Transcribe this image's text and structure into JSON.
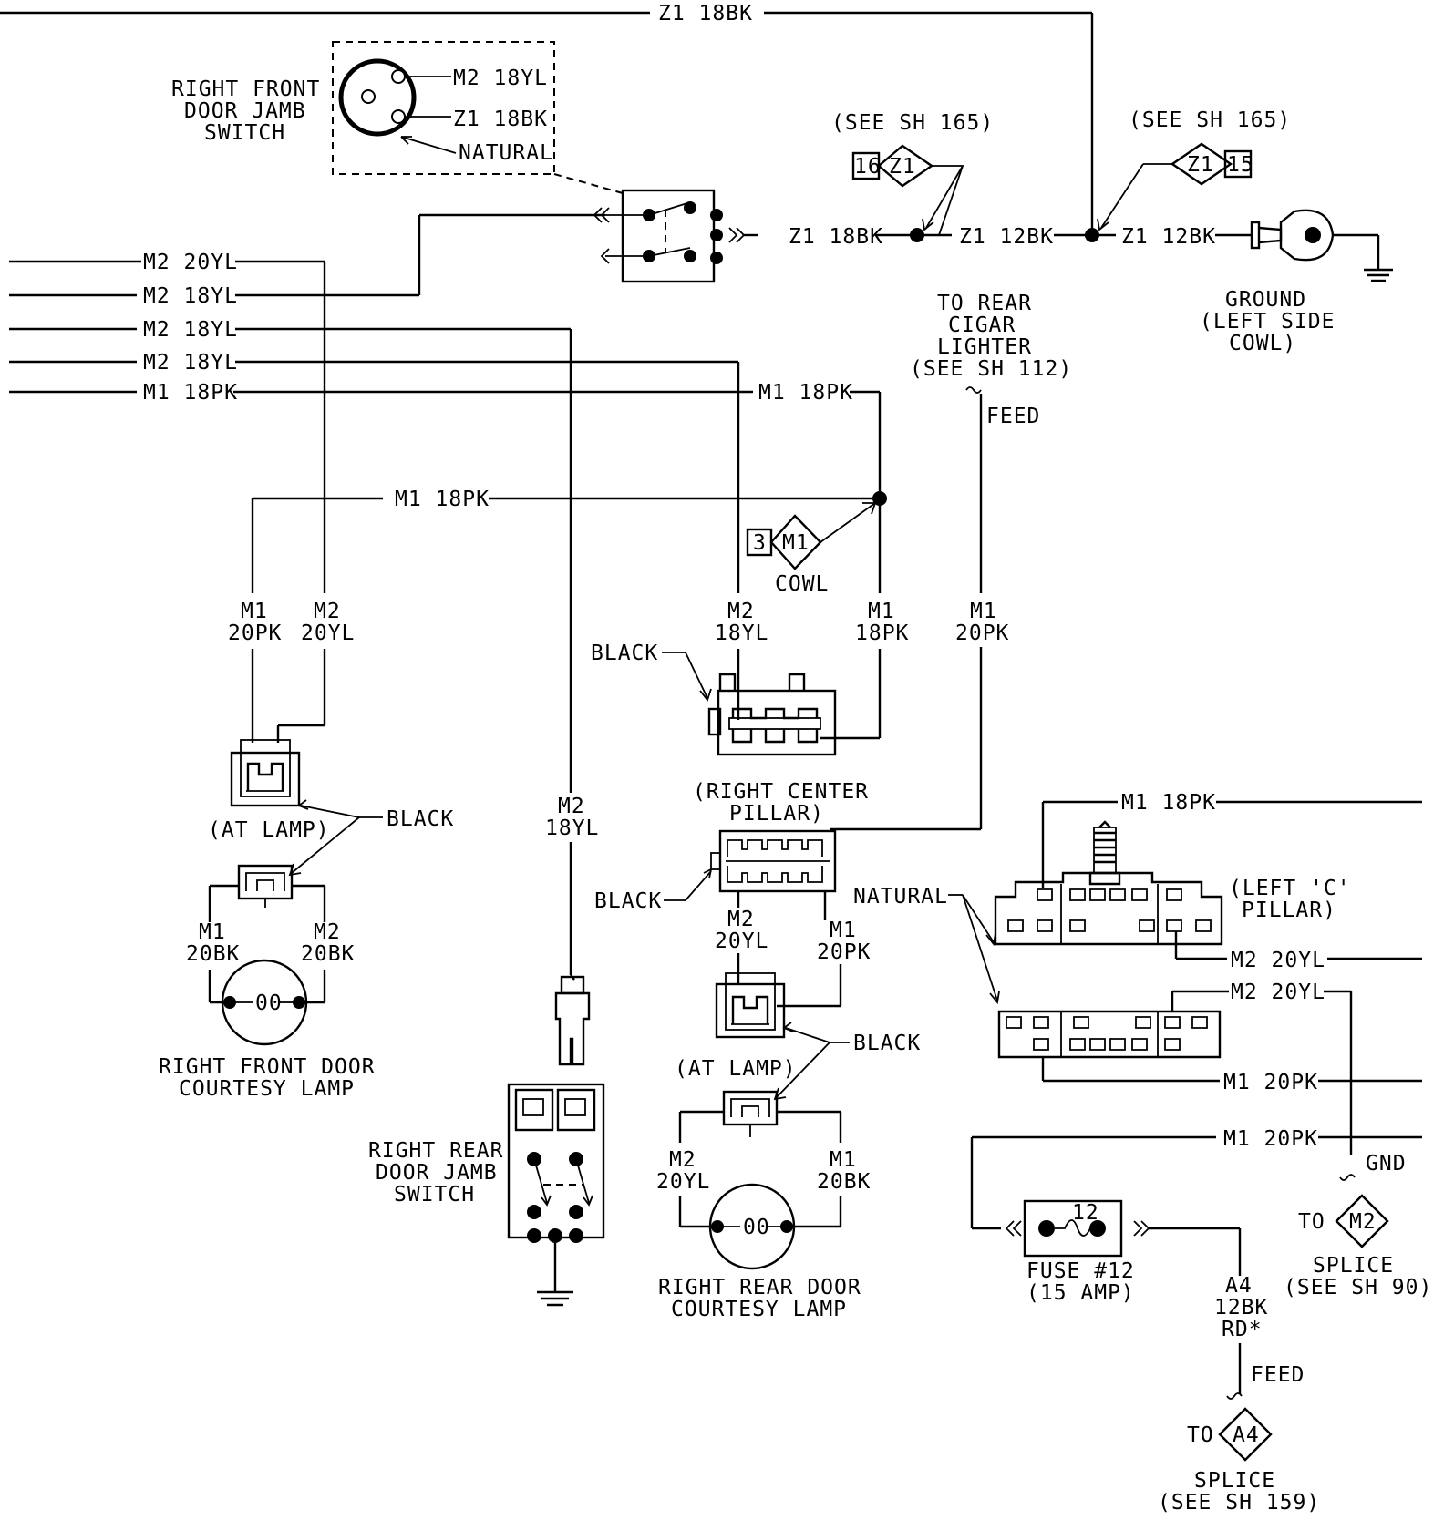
{
  "labels": {
    "top_wire": "Z1 18BK",
    "rf_jamb_title_1": "RIGHT FRONT",
    "rf_jamb_title_2": "DOOR JAMB",
    "rf_jamb_title_3": "SWITCH",
    "jamb_pin_m2": "M2 18YL",
    "jamb_pin_z1": "Z1 18BK",
    "jamb_natural": "NATURAL",
    "see_sh165_a": "(SEE SH 165)",
    "see_sh165_b": "(SEE SH 165)",
    "conn16_num": "16",
    "conn16_code": "Z1",
    "conn15_code": "Z1",
    "conn15_num": "15",
    "z1_18bk_mid": "Z1 18BK",
    "z1_12bk_a": "Z1 12BK",
    "z1_12bk_b": "Z1 12BK",
    "ground_1": "GROUND",
    "ground_2": "(LEFT SIDE",
    "ground_3": "COWL)",
    "wire_m2_20yl": "M2 20YL",
    "wire_m2_18yl_a": "M2 18YL",
    "wire_m2_18yl_b": "M2 18YL",
    "wire_m2_18yl_c": "M2 18YL",
    "wire_m1_18pk": "M1 18PK",
    "m1_18pk_right": "M1 18PK",
    "m1_18pk_mid": "M1 18PK",
    "cigar_1": "TO REAR",
    "cigar_2": "CIGAR",
    "cigar_3": "LIGHTER",
    "cigar_4": "(SEE SH 112)",
    "feed_top": "FEED",
    "cowl_num": "3",
    "cowl_code": "M1",
    "cowl": "COWL",
    "m1_20pk_a": "M1",
    "m1_20pk_b": "20PK",
    "m2_20yl_a": "M2",
    "m2_20yl_b": "20YL",
    "m2_18yl_v_a": "M2",
    "m2_18yl_v_b": "18YL",
    "m1_18pk_v_a": "M1",
    "m1_18pk_v_b": "18PK",
    "m1_20pk_c_a": "M1",
    "m1_20pk_c_b": "20PK",
    "black_pillar": "BLACK",
    "rc_pillar_1": "(RIGHT CENTER",
    "rc_pillar_2": "PILLAR)",
    "black_lamp1": "BLACK",
    "at_lamp_1": "(AT LAMP)",
    "lamp1_m1_a": "M1",
    "lamp1_m1_b": "20BK",
    "lamp1_m2_a": "M2",
    "lamp1_m2_b": "20BK",
    "lamp1_bulb": "00",
    "rf_lamp_1": "RIGHT FRONT DOOR",
    "rf_lamp_2": "COURTESY LAMP",
    "mid_m2_a": "M2",
    "mid_m2_b": "18YL",
    "rr_jamb_1": "RIGHT REAR",
    "rr_jamb_2": "DOOR JAMB",
    "rr_jamb_3": "SWITCH",
    "black_pillar2": "BLACK",
    "p2_m2_a": "M2",
    "p2_m2_b": "20YL",
    "p2_m1_a": "M1",
    "p2_m1_b": "20PK",
    "black_lamp2": "BLACK",
    "at_lamp_2": "(AT LAMP)",
    "lamp2_m2_a": "M2",
    "lamp2_m2_b": "20YL",
    "lamp2_m1_a": "M1",
    "lamp2_m1_b": "20BK",
    "lamp2_bulb": "00",
    "rr_lamp_1": "RIGHT REAR DOOR",
    "rr_lamp_2": "COURTESY LAMP",
    "natural": "NATURAL",
    "lc_m1_18pk": "M1 18PK",
    "lc_pillar_1": "(LEFT 'C'",
    "lc_pillar_2": "PILLAR)",
    "lc_m2_20yl_a": "M2 20YL",
    "lc_m2_20yl_b": "M2 20YL",
    "lc_m1_20pk_a": "M1 20PK",
    "lc_m1_20pk_b": "M1 20PK",
    "gnd": "GND",
    "to_m2": "TO",
    "m2_code": "M2",
    "splice_1": "SPLICE",
    "splice_1b": "(SEE SH 90)",
    "fuse_num": "12",
    "fuse_1": "FUSE #12",
    "fuse_2": "(15 AMP)",
    "a4_1": "A4",
    "a4_2": "12BK",
    "a4_3": "RD*",
    "feed_bottom": "FEED",
    "to_a4": "TO",
    "a4_code": "A4",
    "splice_2": "SPLICE",
    "splice_2b": "(SEE SH 159)"
  }
}
